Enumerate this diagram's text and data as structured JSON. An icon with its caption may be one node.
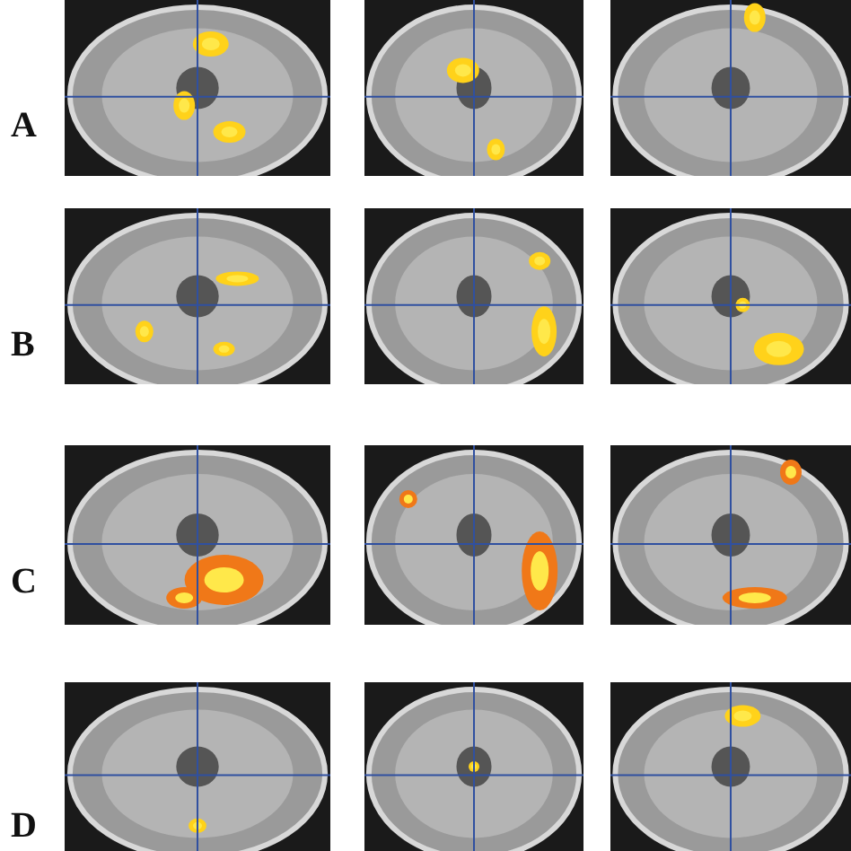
{
  "diagram": {
    "labels": [
      "A",
      "B",
      "C",
      "D"
    ]
  }
}
